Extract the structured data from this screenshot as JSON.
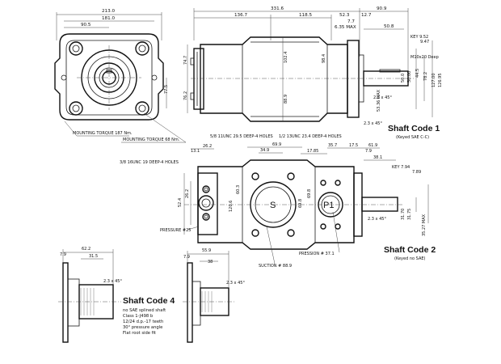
{
  "front_view": {
    "dims": {
      "overall_width": "213.0",
      "inner_width": "181.0",
      "shaft_offset": "90.5",
      "vertical": "77.5"
    },
    "labels": {
      "torque1": "MOUNTING TORQUE 187 Nm.",
      "torque2": "MOUNTING TORQUE 68 Nm."
    }
  },
  "side_view": {
    "dims": {
      "overall": "331.6",
      "d1": "136.7",
      "d2": "118.5",
      "d3": "52.3",
      "d4": "12.7",
      "d5": "90.9",
      "d6": "7.7",
      "d7": "6.35 MAX",
      "d8": "50.8",
      "key": "KEY 9.52",
      "key2": "9.47",
      "thread": "M10x20 Deep",
      "v1": "74.7",
      "v2": "76.2",
      "v3": "102.4",
      "v4": "88.9",
      "v5": "98.4",
      "v6": "50.0",
      "v7": "50.00",
      "v8": "44.5",
      "v9": "78.2",
      "v10": "127.00",
      "v11": "126.95",
      "v12": "53.36 MAX",
      "chamfer": "2.3 x 45°",
      "chamfer2": "2.3 x 45°"
    },
    "shaft_code": "Shaft Code 1",
    "shaft_desc": "(Keyed SAE C-C)"
  },
  "port_view": {
    "dims": {
      "top1": "26.2",
      "top2": "13.1",
      "top3": "69.9",
      "top4": "34.9",
      "top5": "17.85",
      "top6": "35.7",
      "top7": "17.5",
      "top8": "61.9",
      "top9": "7.9",
      "top10": "38.1",
      "key": "KEY 7.94",
      "key2": "7.89",
      "v1": "26.2",
      "v2": "52.4",
      "v3": "120.6",
      "v4": "60.3",
      "v5": "69.8",
      "v6": "69.8",
      "v7": "31.70",
      "v8": "31.75",
      "v9": "35.27 MAX"
    },
    "labels": {
      "holes1": "5/8 11UNC 29.5 DEEP-4 HOLES",
      "holes2": "1/2 13UNC 23.4 DEEP-4 HOLES",
      "holes3": "3/8 16UNC 19 DEEP-4 HOLES",
      "pressure1": "PRESSURE #25",
      "pressure2": "PRESSION # 37.1",
      "suction": "SUCTION # 88.9",
      "suction_port": "S",
      "pressure_port": "P1",
      "chamfer": "2.3 x 45°"
    },
    "shaft_code": "Shaft Code 2",
    "shaft_desc": "(Keyed no SAE)"
  },
  "shaft4": {
    "dims": {
      "d1": "62.2",
      "d2": "7.9",
      "d3": "31.5",
      "chamfer": "2.3 x 45°"
    },
    "shaft_code": "Shaft Code 4",
    "notes": [
      "no SAE splined shaft",
      "Class 1-J498 b",
      "12/24 d.p.-17 teeth",
      "30° pressure angle",
      "Flat root side fit"
    ]
  },
  "shaft_alt": {
    "dims": {
      "d1": "55.9",
      "d2": "7.9",
      "d3": "38",
      "chamfer": "2.3 x 45°"
    }
  }
}
